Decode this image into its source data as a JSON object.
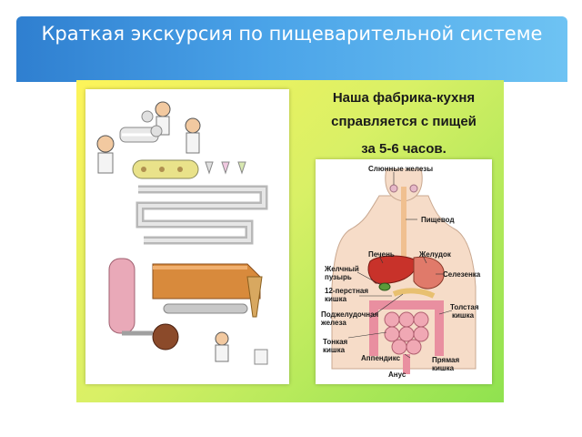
{
  "slide": {
    "title": "Краткая экскурсия по пищеварительной системе"
  },
  "caption": {
    "line1": "Наша фабрика-кухня",
    "line2": "справляется с пищей",
    "line3": "за 5-6 часов."
  },
  "diagram": {
    "labels": {
      "salivary": "Слюнные железы",
      "esophagus": "Пищевод",
      "liver": "Печень",
      "stomach": "Желудок",
      "gallbladder1": "Желчный",
      "gallbladder2": "пузырь",
      "spleen": "Селезенка",
      "duodenum1": "12-перстная",
      "duodenum2": "кишка",
      "colon1": "Толстая",
      "colon2": "кишка",
      "pancreas1": "Поджелудочная",
      "pancreas2": "железа",
      "small1": "Тонкая",
      "small2": "кишка",
      "appendix": "Аппендикс",
      "rectum1": "Прямая",
      "rectum2": "кишка",
      "anus": "Анус"
    }
  },
  "colors": {
    "header": "#3b8fde",
    "panel_yellow": "#fdf45a",
    "panel_green": "#8fe24f"
  }
}
